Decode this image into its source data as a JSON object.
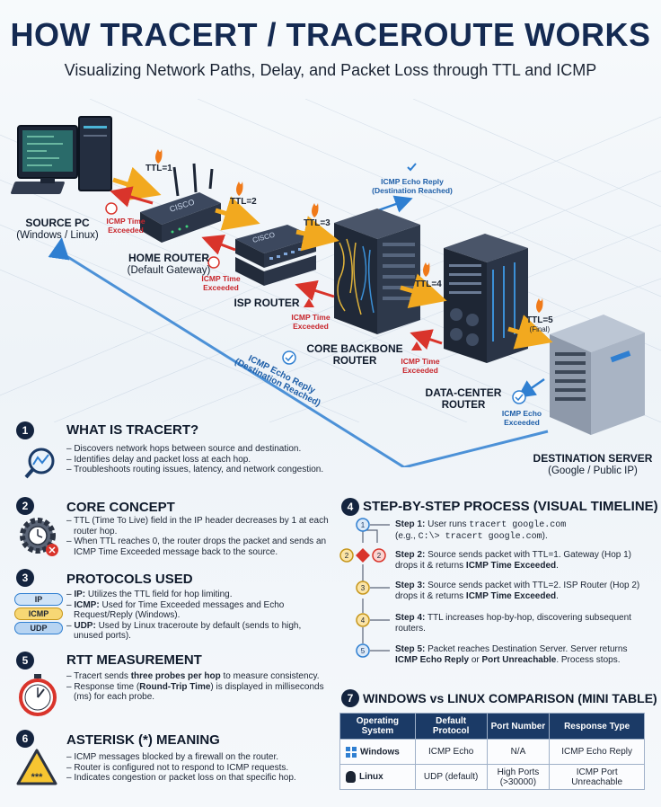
{
  "header": {
    "title": "HOW TRACERT / TRACEROUTE WORKS",
    "subtitle": "Visualizing Network Paths, Delay, and Packet Loss through TTL and ICMP"
  },
  "diagram": {
    "nodes": [
      {
        "name": "SOURCE PC",
        "sub": "(Windows / Linux)"
      },
      {
        "name": "HOME ROUTER",
        "sub": "(Default Gateway)"
      },
      {
        "name": "ISP ROUTER",
        "sub": ""
      },
      {
        "name": "CORE BACKBONE",
        "sub": "ROUTER"
      },
      {
        "name": "DATA-CENTER",
        "sub": "ROUTER"
      },
      {
        "name": "DESTINATION SERVER",
        "sub": "(Google / Public IP)"
      }
    ],
    "ttl": [
      "TTL=1",
      "TTL=2",
      "TTL=3",
      "TTL=4",
      "TTL=5",
      "(Final)"
    ],
    "icmp_exceeded": "ICMP Time Exceeded",
    "icmp_reply_top": "ICMP Echo Reply",
    "icmp_reply_top_sub": "(Destination Reached)",
    "icmp_reply_path": "ICMP Echo Reply",
    "icmp_reply_path_sub": "(Destination Reached)",
    "icmp_echo_exceeded": "ICMP Echo Exceeded",
    "router_brand": "CISCO",
    "colors": {
      "forward": "#f2a91f",
      "error": "#d9342b",
      "reply": "#2f7fd1"
    }
  },
  "sections": {
    "s1": {
      "num": "1",
      "title": "WHAT IS TRACERT?",
      "bullets": [
        "– Discovers network hops between source and destination.",
        "– Identifies delay and packet loss at each hop.",
        "– Troubleshoots routing issues, latency, and network congestion."
      ]
    },
    "s2": {
      "num": "2",
      "title": "CORE CONCEPT",
      "bullets": [
        "– TTL (Time To Live) field in the IP header decreases by 1 at each router hop.",
        "– When TTL reaches 0, the router drops the packet and sends an ICMP Time Exceeded message back to the source."
      ]
    },
    "s3": {
      "num": "3",
      "title": "PROTOCOLS USED",
      "b1_key": "IP:",
      "b1": " Utilizes the TTL field for hop limiting.",
      "b2_key": "ICMP:",
      "b2": " Used for Time Exceeded messages and Echo Request/Reply (Windows).",
      "b3_key": "UDP:",
      "b3": " Used by Linux traceroute by default (sends to high, unused ports).",
      "stack": [
        "IP",
        "ICMP",
        "UDP"
      ]
    },
    "s5": {
      "num": "5",
      "title": "RTT MEASUREMENT",
      "b1_pre": "– Tracert sends ",
      "b1_bold": "three probes per hop",
      "b1_post": " to measure consistency.",
      "b2_pre": "– Response time (",
      "b2_bold": "Round-Trip Time",
      "b2_post": ") is displayed in milliseconds (ms) for each probe."
    },
    "s6": {
      "num": "6",
      "title": "ASTERISK (*) MEANING",
      "bullets": [
        "– ICMP messages blocked by a firewall on the router.",
        "– Router is configured not to respond to ICMP requests.",
        "– Indicates congestion or packet loss on that specific hop."
      ],
      "warn": "***"
    },
    "s4": {
      "num": "4",
      "title": "STEP-BY-STEP PROCESS (VISUAL TIMELINE)",
      "steps": [
        {
          "label": "Step 1:",
          "text": " User runs ",
          "code": "tracert google.com",
          "text2": "",
          "line2": "(e.g., ",
          "code2": "C:\\> tracert google.com",
          "end": ")."
        },
        {
          "label": "Step 2:",
          "text": " Source sends packet with TTL=1. Gateway (Hop 1) drops it & returns ",
          "bold": "ICMP Time Exceeded",
          "end": "."
        },
        {
          "label": "Step 3:",
          "text": " Source sends packet with TTL=2. ISP Router (Hop 2) drops it & returns ",
          "bold": "ICMP Time Exceeded",
          "end": "."
        },
        {
          "label": "Step 4:",
          "text": " TTL increases hop-by-hop, discovering subsequent routers.",
          "bold": "",
          "end": ""
        },
        {
          "label": "Step 5:",
          "text": " Packet reaches Destination Server. Server returns ",
          "bold": "ICMP Echo Reply",
          "mid": " or ",
          "bold2": "Port Unreachable",
          "end": ". Process stops."
        }
      ],
      "flow_nums": [
        "1",
        "2",
        "2",
        "3",
        "4",
        "5"
      ]
    },
    "s7": {
      "num": "7",
      "title": "WINDOWS vs LINUX COMPARISON (MINI TABLE)",
      "headers": [
        "Operating System",
        "Default Protocol",
        "Port Number",
        "Response Type"
      ],
      "rows": [
        [
          "Windows",
          "ICMP Echo",
          "N/A",
          "ICMP Echo Reply"
        ],
        [
          "Linux",
          "UDP (default)",
          "High Ports (>30000)",
          "ICMP Port Unreachable"
        ]
      ]
    }
  }
}
